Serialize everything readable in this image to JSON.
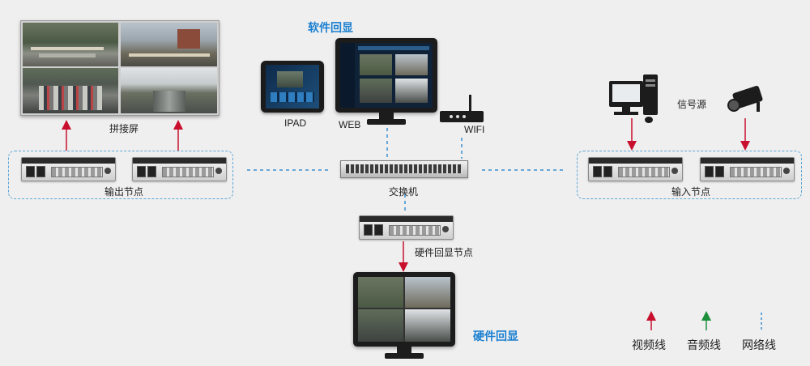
{
  "labels": {
    "software_echo": "软件回显",
    "hardware_echo": "硬件回显",
    "video_wall": "拼接屏",
    "output_node": "输出节点",
    "input_node": "输入节点",
    "signal_source": "信号源",
    "switch": "交换机",
    "hardware_echo_node": "硬件回显节点",
    "ipad": "IPAD",
    "web": "WEB",
    "wifi": "WIFI"
  },
  "legend": [
    {
      "label": "视频线",
      "color": "#c8102e"
    },
    {
      "label": "音频线",
      "color": "#1a8f3c"
    },
    {
      "label": "网络线",
      "color": "#3a8fd0"
    }
  ],
  "colors": {
    "accent_blue": "#1a7fd1",
    "video_line": "#c8102e",
    "network_line": "#3a8fd0"
  },
  "icons": [
    "video-wall-icon",
    "tablet-icon",
    "monitor-icon",
    "router-icon",
    "desktop-computer-icon",
    "cctv-camera-icon",
    "network-switch-icon",
    "node-device-icon"
  ]
}
